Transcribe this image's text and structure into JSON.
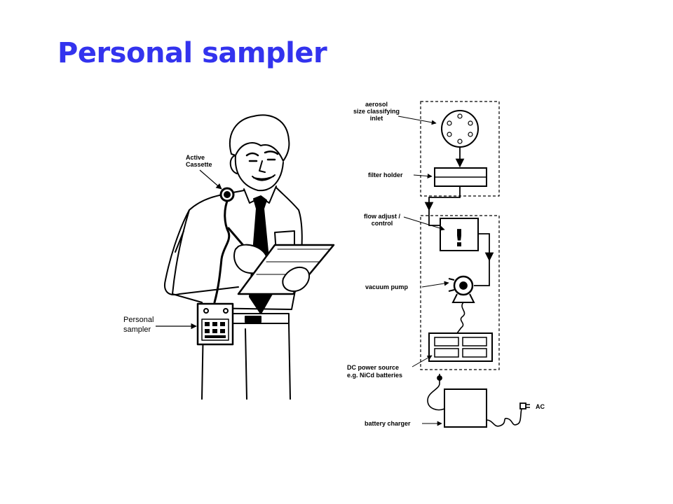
{
  "title": "Personal sampler",
  "colors": {
    "title": "#3333ee",
    "ink": "#000000",
    "background": "#ffffff"
  },
  "person": {
    "active_cassette_line1": "Active",
    "active_cassette_line2": "Cassette",
    "sampler_label_line1": "Personal",
    "sampler_label_line2": "sampler"
  },
  "schematic": {
    "inlet_line1": "aerosol",
    "inlet_line2": "size classifying",
    "inlet_line3": "inlet",
    "filter_holder": "filter holder",
    "flow_line1": "flow adjust /",
    "flow_line2": "control",
    "vacuum_pump": "vacuum pump",
    "power_line1": "DC power source",
    "power_line2": "e.g. NiCd batteries",
    "battery_charger": "battery charger",
    "ac": "AC",
    "flow_symbol": "!"
  }
}
